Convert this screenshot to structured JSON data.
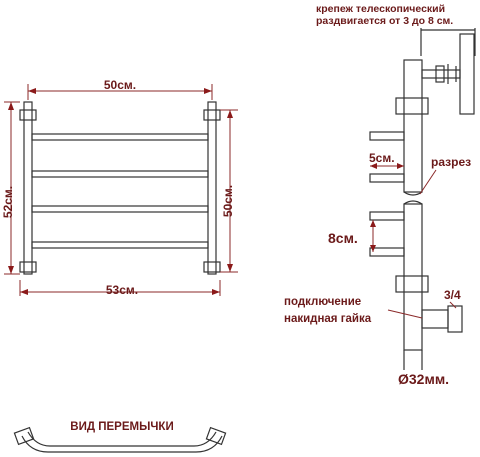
{
  "front_view": {
    "width_top": "50см.",
    "width_bottom": "53см.",
    "height_left": "52см.",
    "height_right": "50см."
  },
  "side_view": {
    "telescopic_line1": "крепеж телескопический",
    "telescopic_line2": "раздвигается от 3 до 8 см.",
    "offset": "5см.",
    "cut": "разрез",
    "spacing": "8см.",
    "thread": "3/4",
    "connection_line1": "подключение",
    "connection_line2": "накидная гайка",
    "diameter": "Ø32мм."
  },
  "jumper_view": {
    "caption": "ВИД ПЕРЕМЫЧКИ"
  },
  "colors": {
    "label": "#6b1a1a",
    "line": "#333333",
    "dimension": "#8b2a2a"
  }
}
